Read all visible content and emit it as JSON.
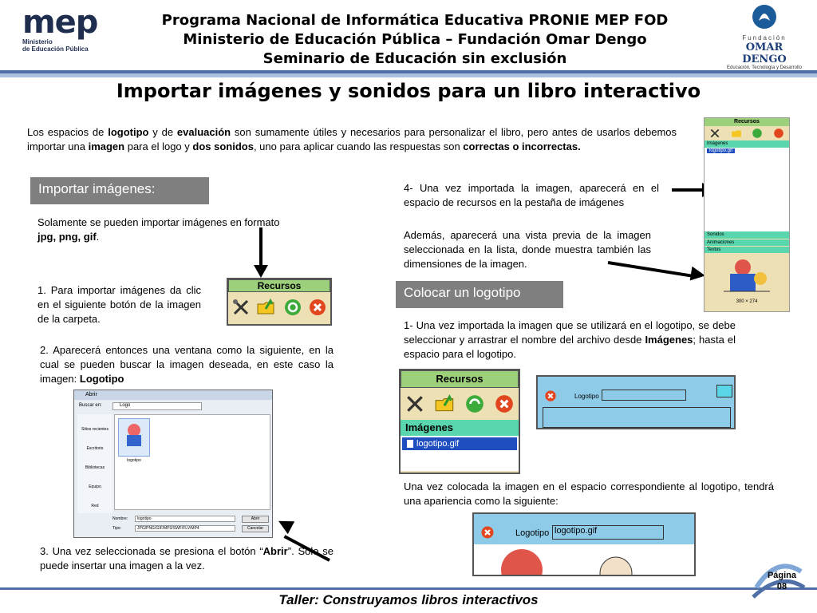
{
  "header": {
    "line1": "Programa Nacional de Informática Educativa  PRONIE MEP FOD",
    "line2": "Ministerio de Educación Pública – Fundación Omar Dengo",
    "line3": "Seminario de Educación sin exclusión",
    "mep_logo_word": "mep",
    "mep_logo_sub1": "Ministerio",
    "mep_logo_sub2": "de Educación Pública",
    "fod_logo_line1": "Fundación",
    "fod_logo_line2": "OMAR DENGO",
    "fod_logo_line3": "Educación, Tecnología y Desarrollo"
  },
  "title": "Importar imágenes y sonidos para un libro interactivo",
  "intro": {
    "p1": "Los espacios de ",
    "b1": "logotipo",
    "p2": " y de ",
    "b2": "evaluación",
    "p3": " son sumamente útiles y necesarios para personalizar el libro, pero antes de usarlos debemos importar una ",
    "b3": "imagen",
    "p4": " para el logo y ",
    "b4": "dos sonidos",
    "p5": ", uno para aplicar cuando las respuestas son ",
    "b5": "correctas o incorrectas."
  },
  "left": {
    "section_title": "Importar  imágenes:",
    "formats_text": "Solamente se pueden importar imágenes en formato",
    "formats_bold": "jpg, png,  gif",
    "formats_end": ".",
    "step1": "1. Para importar imágenes da clic en el siguiente botón de la imagen de la carpeta.",
    "step2_a": "2. Aparecerá entonces una ventana como la siguiente, en la cual se pueden buscar la imagen deseada, en este caso la imagen: ",
    "step2_b": "Logotipo",
    "step3_a": "3. Una vez seleccionada se presiona el botón “",
    "step3_b": "Abrir",
    "step3_c": "”. Solo se puede insertar una imagen a la vez."
  },
  "resources_widget": {
    "title": "Recursos"
  },
  "open_dialog": {
    "title": "Abrir",
    "look_in_label": "Buscar en:",
    "look_in_value": "Logo",
    "places": [
      "Sitios recientes",
      "Escritorio",
      "Bibliotecas",
      "Equipo",
      "Red"
    ],
    "file_label": "logotipo",
    "name_label": "Nombre:",
    "name_value": "logotipo",
    "type_label": "Tipo:",
    "type_value": "JPG/PNG/GIF/MP3/SWF/FLV/MP4",
    "open_button": "Abrir",
    "cancel_button": "Cancelar"
  },
  "right": {
    "step4": "4- Una vez importada la imagen, aparecerá en el espacio de recursos en la pestaña de imágenes",
    "preview_text": "Además, aparecerá una vista previa de la imagen seleccionada en la lista, donde muestra también las dimensiones de la imagen.",
    "section_title": "Colocar un logotipo",
    "logo_step1_a": "1- Una vez importada la imagen que se utilizará en el logotipo, se debe seleccionar y arrastrar el nombre del archivo desde ",
    "logo_step1_b": "Imágenes",
    "logo_step1_c": "; hasta el espacio para el logotipo.",
    "after_text": "Una vez colocada la imagen en el espacio correspondiente al logotipo, tendrá una apariencia como la siguiente:"
  },
  "side_panel": {
    "title": "Recursos",
    "tab_images": "Imágenes",
    "file": "logotipo.gif",
    "tab_sounds": "Sonidos",
    "tab_anim": "Animaciones",
    "tab_texts": "Textos",
    "dimensions": "300 × 274"
  },
  "drag_widget": {
    "title": "Recursos",
    "tab_images": "Imágenes",
    "file": "logotipo.gif"
  },
  "logo_box_empty": {
    "label": "Logotipo"
  },
  "logo_box_filled": {
    "label": "Logotipo",
    "value": "logotipo.gif"
  },
  "footer": {
    "title": "Taller: Construyamos libros interactivos",
    "page_label": "Página",
    "page_number": "08"
  },
  "colors": {
    "band_blue": "#4f6fa6",
    "band_light": "#a9c0e0",
    "section_grey": "#7f7f7f",
    "res_green": "#9dd07a",
    "res_beige": "#ece0b4",
    "cyan_tab": "#5ad6ae",
    "window_blue": "#8ecbe8"
  }
}
